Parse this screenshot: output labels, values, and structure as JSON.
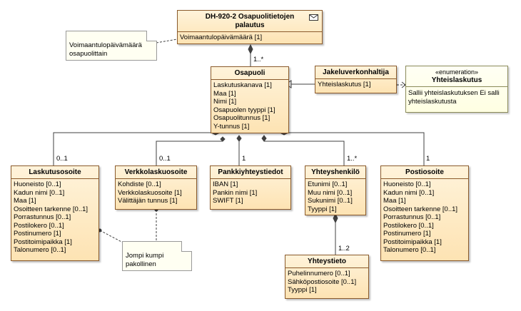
{
  "classes": {
    "dh920": {
      "title": "DH-920-2 Osapuolitietojen palautus",
      "attrs": [
        "Voimaantulopäivämäärä [1]"
      ]
    },
    "osapuoli": {
      "title": "Osapuoli",
      "attrs": [
        "Laskutuskanava [1]",
        "Maa [1]",
        "Nimi [1]",
        "Osapuolen tyyppi [1]",
        "Osapuolitunnus [1]",
        "Y-tunnus [1]"
      ]
    },
    "jakelu": {
      "title": "Jakeluverkonhaltija",
      "attrs": [
        "Yhteislaskutus [1]"
      ]
    },
    "laskutusosoite": {
      "title": "Laskutusosoite",
      "attrs": [
        "Huoneisto [0..1]",
        "Kadun nimi [0..1]",
        "Maa [1]",
        "Osoitteen tarkenne [0..1]",
        "Porrastunnus [0..1]",
        "Postilokero [0..1]",
        "Postinumero [1]",
        "Postitoimipaikka [1]",
        "Talonumero [0..1]"
      ]
    },
    "verkkolaskuosoite": {
      "title": "Verkkolaskuosoite",
      "attrs": [
        "Kohdiste [0..1]",
        "Verkkolaskuosoite [1]",
        "Välittäjän tunnus [1]"
      ]
    },
    "pankki": {
      "title": "Pankkiyhteystiedot",
      "attrs": [
        "IBAN [1]",
        "Pankin nimi [1]",
        "SWIFT [1]"
      ]
    },
    "yhteyshenkilo": {
      "title": "Yhteyshenkilö",
      "attrs": [
        "Etunimi [0..1]",
        "Muu nimi [0..1]",
        "Sukunimi [0..1]",
        "Tyyppi [1]"
      ]
    },
    "postiosoite": {
      "title": "Postiosoite",
      "attrs": [
        "Huoneisto [0..1]",
        "Kadun nimi [0..1]",
        "Maa [1]",
        "Osoitteen tarkenne [0..1]",
        "Porrastunnus [0..1]",
        "Postilokero [0..1]",
        "Postinumero [1]",
        "Postitoimipaikka [1]",
        "Talonumero [0..1]"
      ]
    },
    "yhteystieto": {
      "title": "Yhteystieto",
      "attrs": [
        "Puhelinnumero [0..1]",
        "Sähköpostiosoite [0..1]",
        "Tyyppi [1]"
      ]
    }
  },
  "enumeration": {
    "stereotype": "«enumeration»",
    "name": "Yhteislaskutus",
    "literals": [
      "Sallii yhteislaskutuksen",
      "Ei salli yhteislaskutusta"
    ]
  },
  "notes": {
    "voimaantulo": [
      "Voimaantulopäivämäärä",
      "osapuolittain"
    ],
    "jompi": [
      "Jompi kumpi",
      "pakollinen"
    ]
  },
  "multiplicities": {
    "dh_osapuoli": "1..*",
    "laskutusosoite": "0..1",
    "verkkolaskuosoite": "0..1",
    "pankki": "1",
    "yhteyshenkilo": "1..*",
    "postiosoite": "1",
    "yhteystieto": "1..2"
  },
  "colors": {
    "class_fill": "#fde3b3",
    "class_border": "#8a5a2b",
    "enum_fill": "#ffffe2",
    "line": "#404040"
  },
  "icons": [
    "envelope-icon"
  ]
}
